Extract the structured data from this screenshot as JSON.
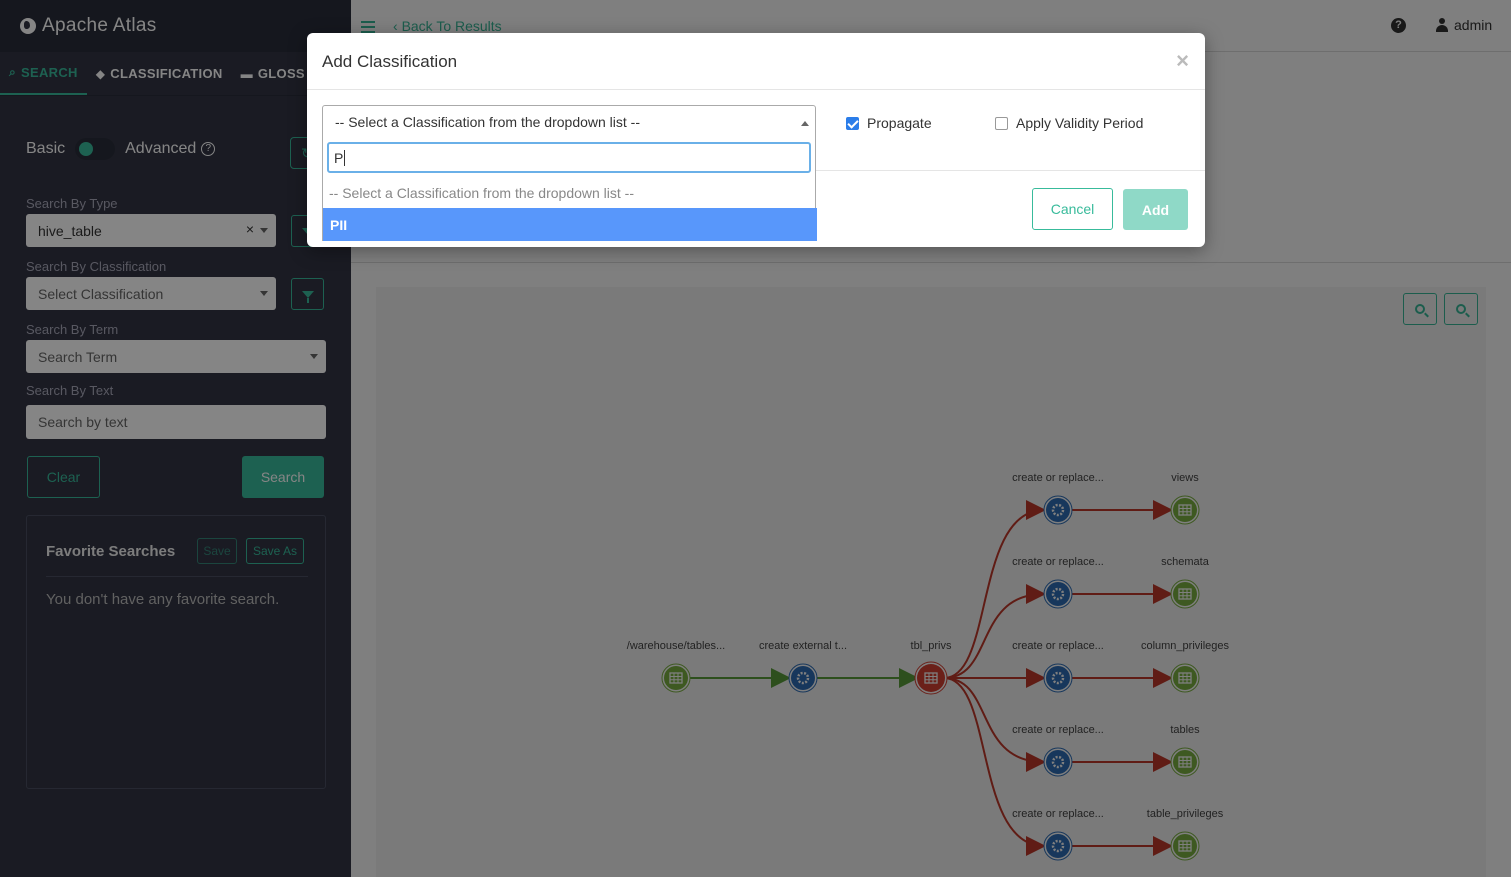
{
  "app": {
    "title": "Apache Atlas"
  },
  "nav_tabs": [
    {
      "label": "SEARCH",
      "icon": "search-icon",
      "active": true
    },
    {
      "label": "CLASSIFICATION",
      "icon": "tag-icon",
      "active": false
    },
    {
      "label": "GLOSS",
      "icon": "folder-open-icon",
      "active": false
    }
  ],
  "sidebar": {
    "basic_label": "Basic",
    "advanced_label": "Advanced",
    "help_glyph": "?",
    "refresh_glyph": "↻",
    "search_by_type_label": "Search By Type",
    "search_by_type_value": "hive_table",
    "clear_glyph": "×",
    "search_by_classification_label": "Search By Classification",
    "search_by_classification_placeholder": "Select Classification",
    "search_by_term_label": "Search By Term",
    "search_by_term_placeholder": "Search Term",
    "search_by_text_label": "Search By Text",
    "search_by_text_placeholder": "Search by text",
    "clear_button": "Clear",
    "search_button": "Search",
    "favorites": {
      "title": "Favorite Searches",
      "save_button": "Save",
      "save_as_button": "Save As",
      "empty_text": "You don't have any favorite search."
    }
  },
  "topbar": {
    "back_link": "Back To Results",
    "back_glyph": "‹",
    "help_glyph": "?",
    "user": "admin"
  },
  "lineage": {
    "nodes": [
      {
        "label": "/warehouse/tables...",
        "kind": "table",
        "status": "source"
      },
      {
        "label": "create external t...",
        "kind": "process",
        "status": "source"
      },
      {
        "label": "tbl_privs",
        "kind": "table",
        "status": "current"
      },
      {
        "label": "create or replace...",
        "kind": "process",
        "status": "output"
      },
      {
        "label": "views",
        "kind": "table",
        "status": "output"
      },
      {
        "label": "create or replace...",
        "kind": "process",
        "status": "output"
      },
      {
        "label": "schemata",
        "kind": "table",
        "status": "output"
      },
      {
        "label": "create or replace...",
        "kind": "process",
        "status": "output"
      },
      {
        "label": "column_privileges",
        "kind": "table",
        "status": "output"
      },
      {
        "label": "create or replace...",
        "kind": "process",
        "status": "output"
      },
      {
        "label": "tables",
        "kind": "table",
        "status": "output"
      },
      {
        "label": "create or replace...",
        "kind": "process",
        "status": "output"
      },
      {
        "label": "table_privileges",
        "kind": "table",
        "status": "output"
      }
    ],
    "colors": {
      "input_edge": "#5a9e3a",
      "output_edge": "#c0392b",
      "table_node": "#7cb342",
      "process_node": "#2f6fb8",
      "current_node": "#d64032"
    }
  },
  "modal": {
    "title": "Add Classification",
    "close_glyph": "×",
    "select_placeholder": "-- Select a Classification from the dropdown list --",
    "search_value": "P",
    "dropdown_options": [
      "-- Select a Classification from the dropdown list --",
      "PII"
    ],
    "highlighted_option": "PII",
    "propagate_label": "Propagate",
    "propagate_checked": true,
    "validity_label": "Apply Validity Period",
    "validity_checked": false,
    "cancel_button": "Cancel",
    "add_button": "Add"
  },
  "colors": {
    "accent": "#38bb9b",
    "sidebar_bg": "#323544",
    "highlight": "#5897fb"
  }
}
